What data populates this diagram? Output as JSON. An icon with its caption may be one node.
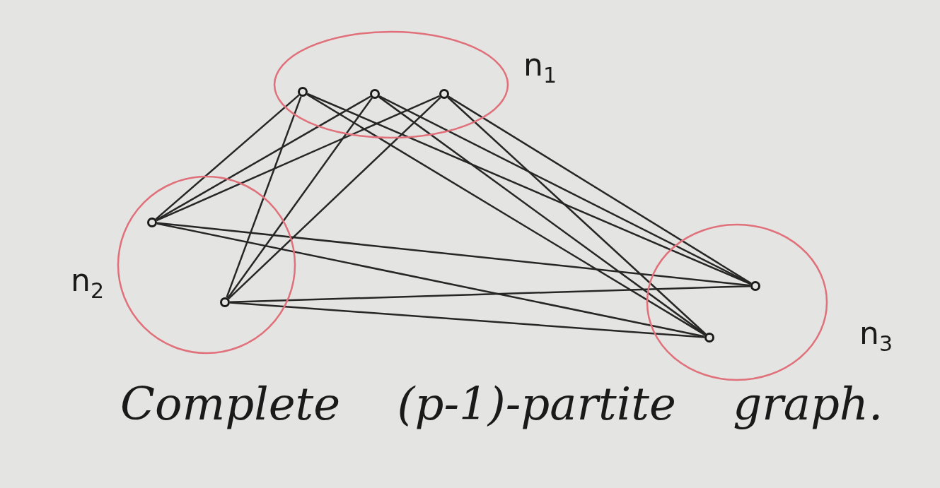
{
  "diagram": {
    "caption": "Complete (p-1)-partite graph.",
    "nodes": [
      {
        "text": [
          "n$_{1}$"
        ]
      },
      {
        "text": [],
        "shape": "circle",
        "in": 0
      },
      {
        "text": [],
        "shape": "circle",
        "in": 0
      },
      {
        "text": [],
        "shape": "circle",
        "in": 0
      },
      {
        "text": [
          "n$_{2}$"
        ]
      },
      {
        "text": [],
        "shape": "circle",
        "in": 4
      },
      {
        "text": [],
        "shape": "circle",
        "in": 4
      },
      {
        "text": [
          "n$_{3}$"
        ]
      },
      {
        "text": [],
        "shape": "circle",
        "in": 7
      },
      {
        "text": [],
        "shape": "circle",
        "in": 7
      }
    ],
    "edges": [
      {
        "from": 1,
        "to": 5,
        "arrow": "none"
      },
      {
        "from": 1,
        "to": 6,
        "arrow": "none"
      },
      {
        "from": 2,
        "to": 5,
        "arrow": "none"
      },
      {
        "from": 2,
        "to": 6,
        "arrow": "none"
      },
      {
        "from": 3,
        "to": 5,
        "arrow": "none"
      },
      {
        "from": 3,
        "to": 6,
        "arrow": "none"
      },
      {
        "from": 1,
        "to": 8,
        "arrow": "none"
      },
      {
        "from": 1,
        "to": 9,
        "arrow": "none"
      },
      {
        "from": 2,
        "to": 8,
        "arrow": "none"
      },
      {
        "from": 2,
        "to": 9,
        "arrow": "none"
      },
      {
        "from": 3,
        "to": 8,
        "arrow": "none"
      },
      {
        "from": 3,
        "to": 9,
        "arrow": "none"
      },
      {
        "from": 5,
        "to": 8,
        "arrow": "none"
      },
      {
        "from": 5,
        "to": 9,
        "arrow": "none"
      },
      {
        "from": 6,
        "to": 8,
        "arrow": "none"
      },
      {
        "from": 6,
        "to": 9,
        "arrow": "none"
      }
    ]
  }
}
